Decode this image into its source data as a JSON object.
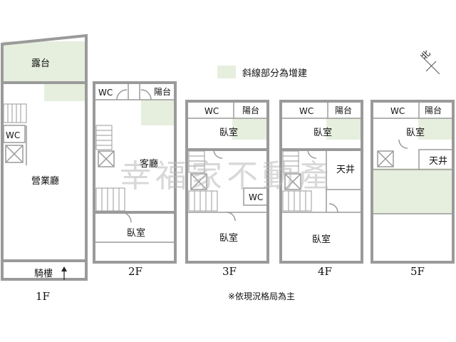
{
  "legend": {
    "text": "斜線部分為增建"
  },
  "compass": {
    "label": "北"
  },
  "watermark": "幸福家不動產",
  "note": "※依現況格局為主",
  "floors": {
    "f1": {
      "label": "1F",
      "rooms": {
        "terrace": "露台",
        "wc": "WC",
        "hall": "營業廳",
        "arcade": "騎樓"
      }
    },
    "f2": {
      "label": "2F",
      "rooms": {
        "wc": "WC",
        "balcony": "陽台",
        "living": "客廳",
        "bedroom": "臥室"
      }
    },
    "f3": {
      "label": "3F",
      "rooms": {
        "wc": "WC",
        "balcony": "陽台",
        "bedroom1": "臥室",
        "wc2": "WC",
        "bedroom2": "臥室"
      }
    },
    "f4": {
      "label": "4F",
      "rooms": {
        "wc": "WC",
        "balcony": "陽台",
        "bedroom1": "臥室",
        "skylight": "天井",
        "bedroom2": "臥室"
      }
    },
    "f5": {
      "label": "5F",
      "rooms": {
        "wc": "WC",
        "balcony": "陽台",
        "bedroom": "臥室",
        "skylight": "天井"
      }
    }
  },
  "colors": {
    "wall": "#9a9a9a",
    "addition_fill": "#e6efde"
  }
}
